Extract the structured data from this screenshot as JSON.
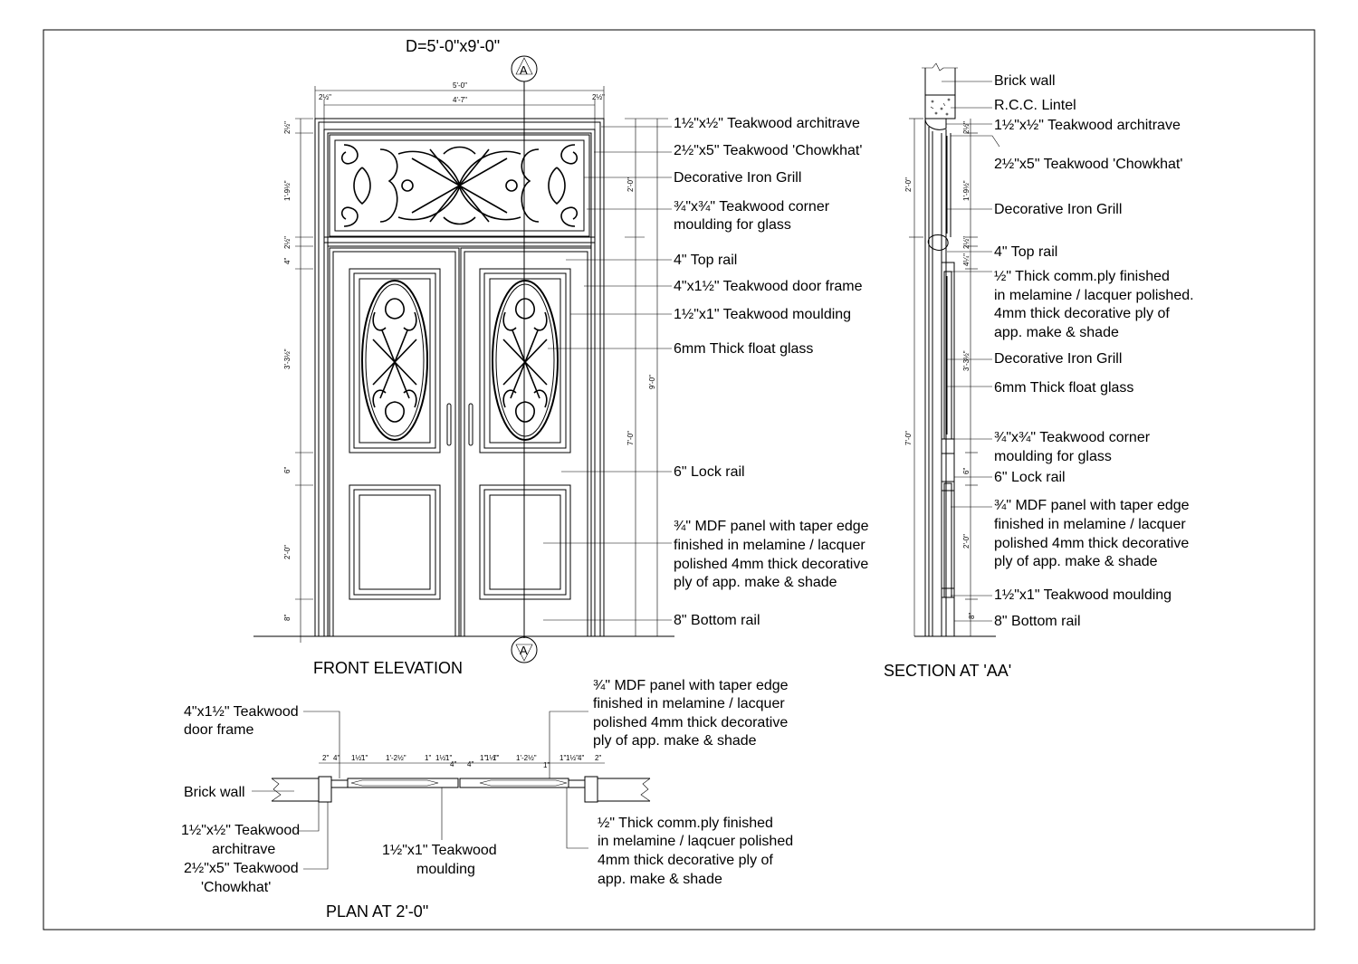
{
  "drawing_title": "D=5'-0\"x9'-0\"",
  "views": {
    "front": "FRONT ELEVATION",
    "section": "SECTION AT 'AA'",
    "plan": "PLAN AT 2'-0\""
  },
  "section_marker": "A",
  "front_labels": [
    "1½\"x½\" Teakwood architrave",
    "2½\"x5\" Teakwood 'Chowkhat'",
    "Decorative Iron Grill",
    "¾\"x¾\" Teakwood corner",
    "moulding for glass",
    "4\" Top rail",
    "4\"x1½\" Teakwood door frame",
    "1½\"x1\" Teakwood moulding",
    "6mm Thick float glass",
    "6\" Lock rail",
    "¾\" MDF panel with taper edge",
    "finished in melamine / lacquer",
    "polished 4mm thick decorative",
    "ply of app. make & shade",
    "8\" Bottom rail"
  ],
  "section_labels": [
    "Brick wall",
    "R.C.C. Lintel",
    "1½\"x½\" Teakwood architrave",
    "2½\"x5\" Teakwood 'Chowkhat'",
    "Decorative Iron Grill",
    "4\" Top rail",
    "½\" Thick comm.ply finished",
    "in melamine / lacquer polished.",
    "4mm thick decorative ply of",
    "app. make & shade",
    "Decorative Iron Grill",
    "6mm Thick float glass",
    "¾\"x¾\" Teakwood corner",
    "moulding for glass",
    "6\" Lock rail",
    "¾\" MDF panel with taper edge",
    "finished in melamine / lacquer",
    "polished 4mm thick decorative",
    "ply of app. make & shade",
    "1½\"x1\" Teakwood moulding",
    "8\" Bottom rail"
  ],
  "plan_labels": [
    "4\"x1½\" Teakwood",
    "door frame",
    "Brick wall",
    "1½\"x½\" Teakwood",
    "architrave",
    "2½\"x5\" Teakwood",
    "'Chowkhat'",
    "1½\"x1\" Teakwood",
    "moulding",
    "¾\" MDF panel with taper edge",
    "finished in melamine / lacquer",
    "polished 4mm thick decorative",
    "ply of app. make & shade",
    "½\" Thick comm.ply finished",
    "in melamine / laqcuer polished",
    "4mm thick decorative ply of",
    "app. make & shade"
  ],
  "front_dims_top": [
    "5'-0\"",
    "4'-7\"",
    "2½\"",
    "2½\""
  ],
  "front_dims_left": [
    "2½\"",
    "1'-9½\"",
    "2½\"",
    "4\"",
    "3'-3½\"",
    "6\"",
    "2'-0\"",
    "8\""
  ],
  "front_dims_right": [
    "2'-0\"",
    "9'-0\"",
    "7'-0\""
  ],
  "section_dims_left": [
    "2'-0\"",
    "7'-0\""
  ],
  "section_dims_right": [
    "2½\"",
    "1'-9½\"",
    "2½\"",
    "4¼\"",
    "3'-3½\"",
    "6\"",
    "2'-0\"",
    "8\""
  ],
  "plan_dims": [
    "2\"",
    "4\"",
    "1½\"",
    "1\"",
    "1'-2½\"",
    "1\"",
    "1½\"",
    "1\"",
    "4\"",
    "4\"",
    "1\"",
    "1½\"",
    "1\"",
    "1'-2½\"",
    "1\"",
    "1\"",
    "1½\"",
    "4\"",
    "2\""
  ]
}
